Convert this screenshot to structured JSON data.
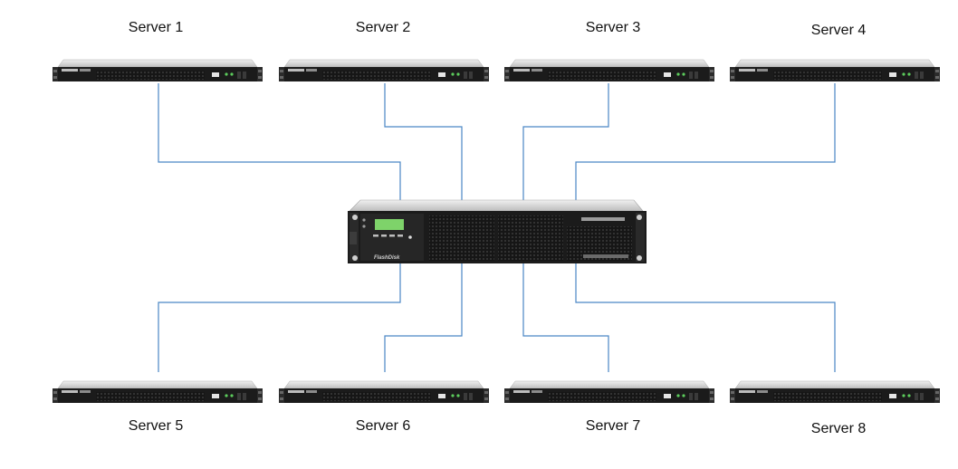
{
  "servers": [
    {
      "label": "Server 1"
    },
    {
      "label": "Server 2"
    },
    {
      "label": "Server 3"
    },
    {
      "label": "Server 4"
    },
    {
      "label": "Server 5"
    },
    {
      "label": "Server 6"
    },
    {
      "label": "Server 7"
    },
    {
      "label": "Server 8"
    }
  ],
  "storage": {
    "brand": "FlashDisk"
  },
  "colors": {
    "link": "#4a86c5",
    "chassis": "#1b1b1b",
    "chassis_top": "#d9d9d9",
    "lcd": "#7ed36a"
  }
}
